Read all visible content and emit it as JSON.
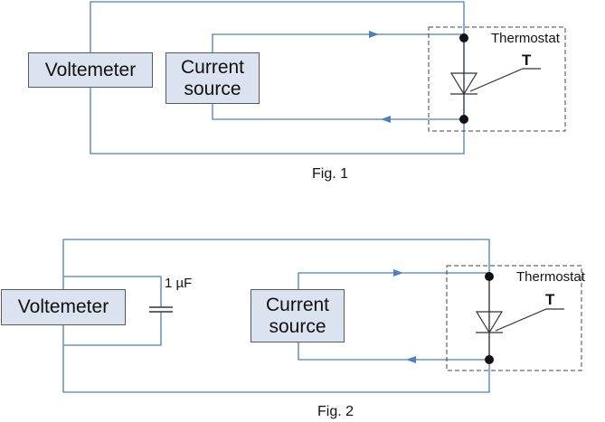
{
  "fig1": {
    "voltmeter_label": "Voltemeter",
    "source_label_line1": "Current",
    "source_label_line2": "source",
    "thermostat_label": "Thermostat",
    "diode_label": "T",
    "caption": "Fig. 1"
  },
  "fig2": {
    "voltmeter_label": "Voltemeter",
    "source_label_line1": "Current",
    "source_label_line2": "source",
    "thermostat_label": "Thermostat",
    "diode_label": "T",
    "capacitor_label": "1 µF",
    "caption": "Fig. 2"
  },
  "colors": {
    "wire": "#4f7fbf",
    "box_fill": "#dbe3f1",
    "box_border": "#5a5a5a",
    "component": "#333333"
  }
}
